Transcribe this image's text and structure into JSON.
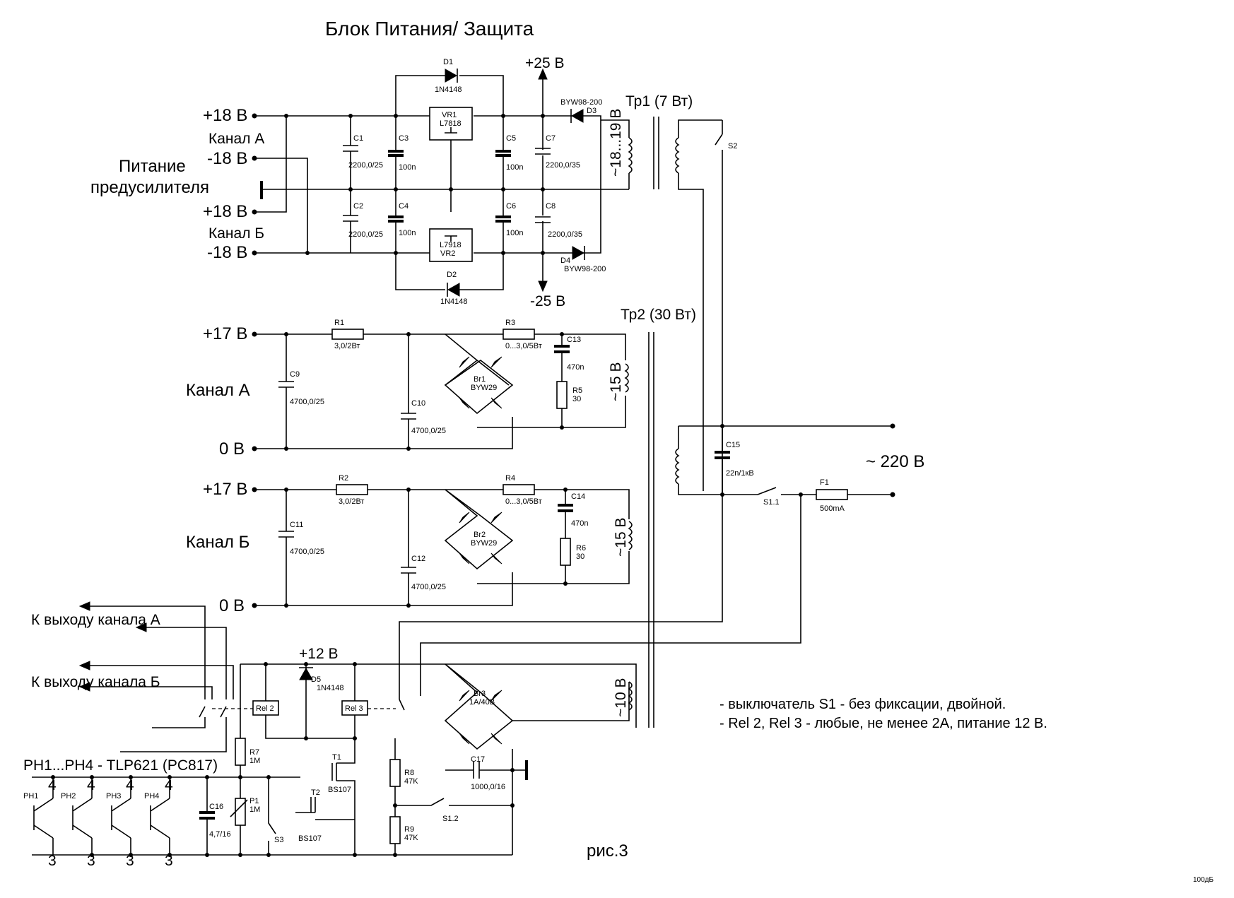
{
  "title": "Блок Питания/ Защита",
  "figure_caption": "рис.3",
  "corner_mark": "100дБ",
  "terminals": {
    "p18a": "+18 В",
    "ch_a_top": "Канал А",
    "m18a": "-18 В",
    "preamp_1": "Питание",
    "preamp_2": "предусилителя",
    "p18b": "+18 В",
    "ch_b_top": "Канал Б",
    "m18b": "-18 В",
    "p25": "+25 В",
    "m25": "-25 В",
    "p17a": "+17 В",
    "ch_a_mid": "Канал А",
    "zero_a": "0 В",
    "p17b": "+17 В",
    "ch_b_mid": "Канал Б",
    "zero_b": "0 В",
    "p12": "+12 В",
    "mains": "~ 220 В",
    "out_a": "К выходу канала А",
    "out_b": "К выходу канала Б",
    "opto_note": "PH1...PH4 - TLP621 (PC817)"
  },
  "transformers": {
    "tr1": "Тр1 (7 Вт)",
    "tr2": "Тр2 (30 Вт)",
    "v_18_19": "~18...19 В",
    "v15a": "~15 В",
    "v15b": "~15 В",
    "v10": "~10 В"
  },
  "components": {
    "D1": "D1",
    "D1_v": "1N4148",
    "D2": "D2",
    "D2_v": "1N4148",
    "D3": "D3",
    "D3_v": "BYW98-200",
    "D4": "D4",
    "D4_v": "BYW98-200",
    "D5": "D5",
    "D5_v": "1N4148",
    "VR1": "VR1",
    "VR1_v": "L7818",
    "VR2": "VR2",
    "VR2_v": "L7918",
    "C1": "C1",
    "C1_v": "2200,0/25",
    "C2": "C2",
    "C2_v": "2200,0/25",
    "C3": "C3",
    "C3_v": "100n",
    "C4": "C4",
    "C4_v": "100n",
    "C5": "C5",
    "C5_v": "100n",
    "C6": "C6",
    "C6_v": "100n",
    "C7": "C7",
    "C7_v": "2200,0/35",
    "C8": "C8",
    "C8_v": "2200,0/35",
    "R1": "R1",
    "R1_v": "3,0/2Вт",
    "R2": "R2",
    "R2_v": "3,0/2Вт",
    "R3": "R3",
    "R3_v": "0...3,0/5Вт",
    "R4": "R4",
    "R4_v": "0...3,0/5Вт",
    "C13": "C13",
    "C13_v": "470n",
    "C14": "C14",
    "C14_v": "470n",
    "R5": "R5",
    "R5_v": "30",
    "R6": "R6",
    "R6_v": "30",
    "C9": "C9",
    "C9_v": "4700,0/25",
    "C10": "C10",
    "C10_v": "4700,0/25",
    "C11": "C11",
    "C11_v": "4700,0/25",
    "C12": "C12",
    "C12_v": "4700,0/25",
    "Br1": "Br1",
    "Br1_v": "BYW29",
    "Br2": "Br2",
    "Br2_v": "BYW29",
    "Br3": "Br3",
    "Br3_v": "1A/40B",
    "C15": "C15",
    "C15_v": "22n/1кВ",
    "F1": "F1",
    "F1_v": "500mA",
    "S1_1": "S1.1",
    "S1_2": "S1.2",
    "S2": "S2",
    "S3": "S3",
    "Rel2": "Rel 2",
    "Rel3": "Rel 3",
    "R7": "R7",
    "R7_v": "1M",
    "P1": "P1",
    "P1_v": "1M",
    "R8": "R8",
    "R8_v": "47K",
    "R9": "R9",
    "R9_v": "47K",
    "T1": "T1",
    "T1_v": "BS107",
    "T2": "T2",
    "T2_v": "BS107",
    "C16": "C16",
    "C16_v": "4,7/16",
    "C17": "C17",
    "C17_v": "1000,0/16",
    "PH1": "PH1",
    "PH2": "PH2",
    "PH3": "PH3",
    "PH4": "PH4",
    "pin4": "4",
    "pin3": "3"
  },
  "notes": [
    "- выключатель S1 - без фиксации, двойной.",
    "- Rel 2, Rel 3 - любые, не менее 2А, питание 12 В."
  ]
}
